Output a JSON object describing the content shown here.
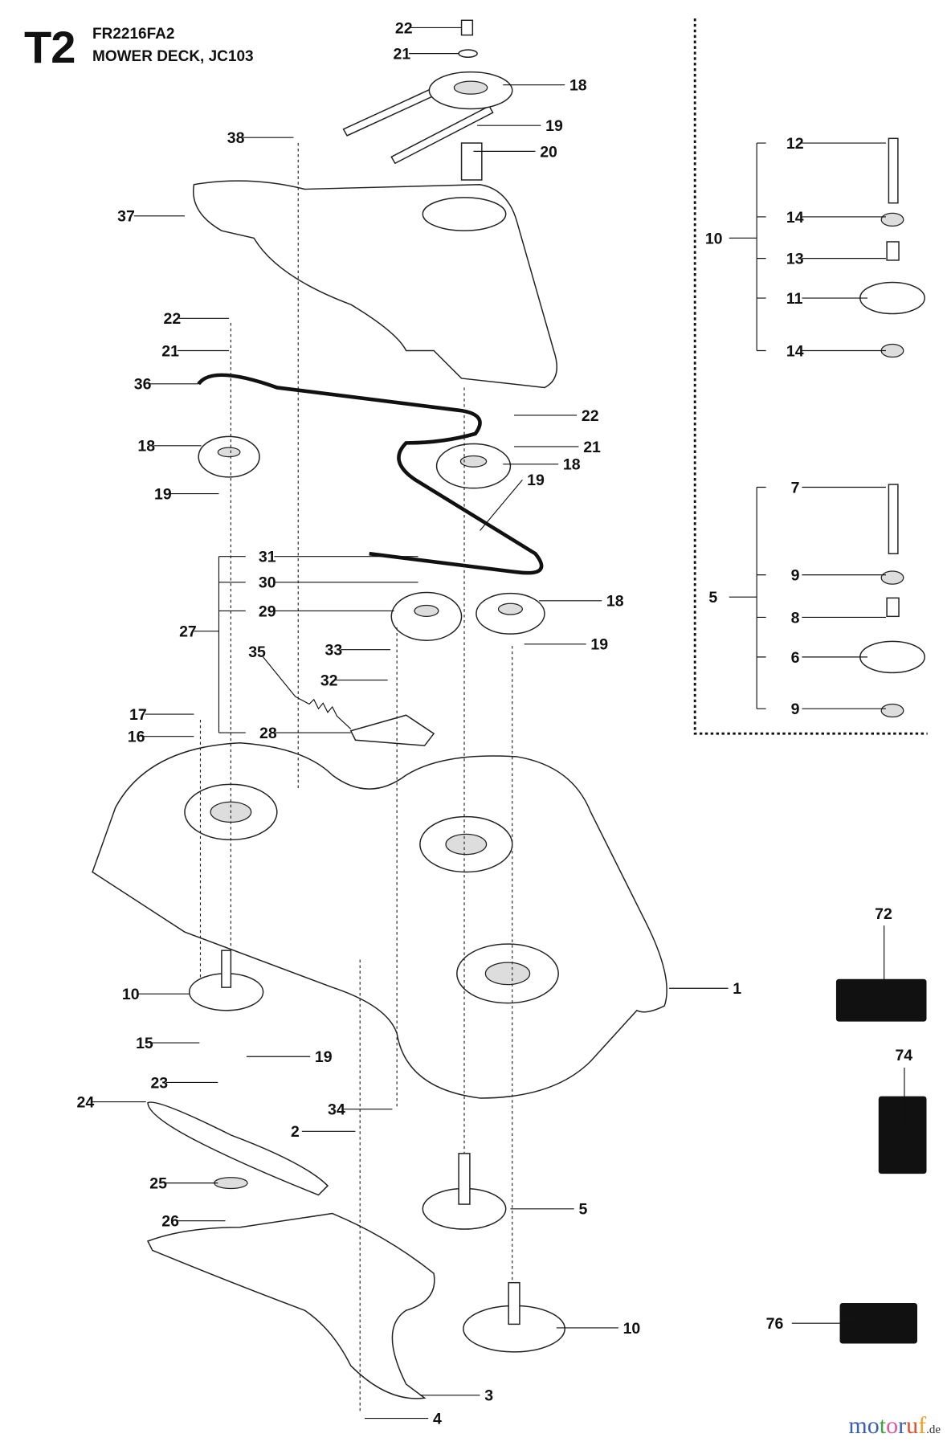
{
  "header": {
    "page_code": "T2",
    "model": "FR2216FA2",
    "title": "MOWER DECK, JC103"
  },
  "callouts": [
    "22",
    "21",
    "18",
    "19",
    "20",
    "38",
    "37",
    "22",
    "21",
    "36",
    "18",
    "19",
    "22",
    "21",
    "18",
    "19",
    "31",
    "30",
    "29",
    "27",
    "35",
    "33",
    "32",
    "28",
    "17",
    "16",
    "18",
    "19",
    "1",
    "10",
    "15",
    "19",
    "23",
    "24",
    "2",
    "34",
    "25",
    "26",
    "5",
    "10",
    "3",
    "4",
    "12",
    "14",
    "13",
    "11",
    "14",
    "10",
    "7",
    "9",
    "8",
    "6",
    "9",
    "5",
    "72",
    "74",
    "76"
  ],
  "watermark": {
    "letters": [
      "m",
      "o",
      "t",
      "o",
      "r",
      "u",
      "f"
    ],
    "tld": ".de",
    "colors": [
      "#3b5fb5",
      "#3b5fb5",
      "#3fa33f",
      "#e0569a",
      "#3b5fb5",
      "#e34a2a",
      "#f0a020"
    ]
  }
}
